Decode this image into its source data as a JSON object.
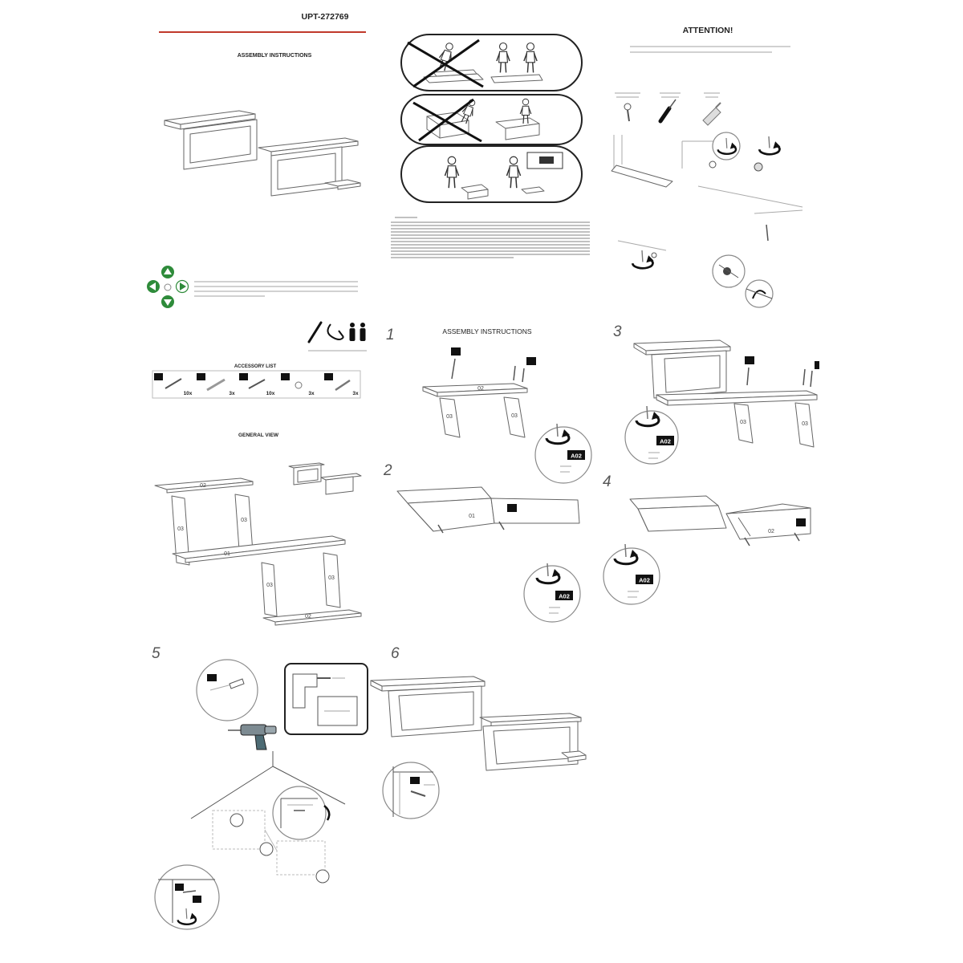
{
  "manual": {
    "cover": {
      "model_code": "UPT-272769",
      "title": "ASSEMBLY INSTRUCTIONS"
    },
    "attention": {
      "title": "ATTENTION!"
    },
    "accessories": {
      "title": "ACCESSORY LIST",
      "quantities": [
        "10x",
        "3x",
        "10x",
        "3x",
        "3x"
      ]
    },
    "general_view": {
      "title": "GENERAL VIEW",
      "part_labels": [
        "02",
        "03",
        "03",
        "01",
        "03",
        "03",
        "02"
      ]
    },
    "steps": [
      {
        "number": "1",
        "title": "ASSEMBLY INSTRUCTIONS",
        "part_labels": [
          "02",
          "03",
          "03"
        ],
        "fastener": "A02"
      },
      {
        "number": "2",
        "part_labels": [
          "01"
        ],
        "fastener": "A02"
      },
      {
        "number": "3",
        "part_labels": [
          "03",
          "03"
        ],
        "fastener": "A02"
      },
      {
        "number": "4",
        "part_labels": [
          "02"
        ],
        "fastener": "A02"
      },
      {
        "number": "5"
      },
      {
        "number": "6"
      }
    ]
  },
  "colors": {
    "header_rule": "#c0392b",
    "nav_green": "#2e8b3a",
    "line_art": "#666666",
    "fastener_tag": "#111111"
  },
  "icons": {
    "cover_navigation": [
      "arrow-up-icon",
      "arrow-left-icon",
      "center-dot-icon",
      "arrow-right-icon",
      "arrow-down-icon"
    ],
    "safety": [
      "person-figure-icon",
      "prohibited-cross-icon"
    ],
    "hardware": [
      "wood-screw-icon",
      "screwdriver-icon",
      "glue-icon"
    ],
    "tools": [
      "screwdriver-icon",
      "allen-key-icon",
      "two-person-icon"
    ],
    "callouts": [
      "rotate-arrow-icon",
      "magnifier-circle-icon"
    ],
    "step5": [
      "drill-icon"
    ]
  }
}
